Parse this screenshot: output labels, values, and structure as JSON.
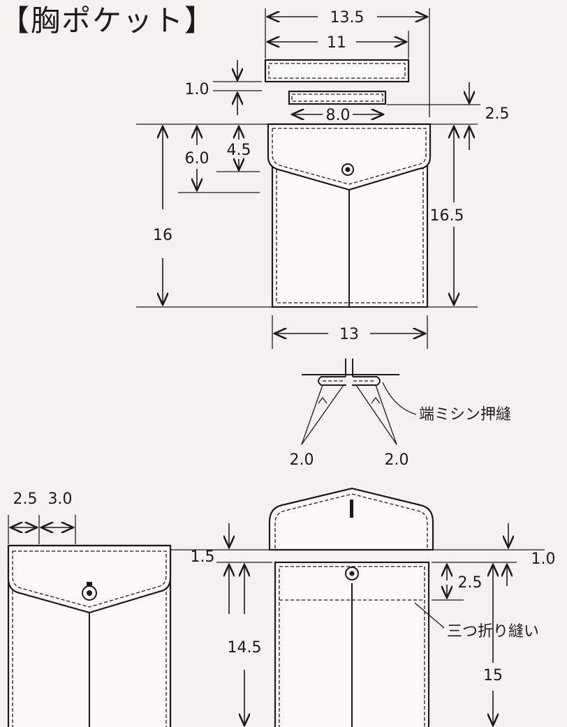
{
  "title": "【胸ポケット】",
  "dimensions": {
    "top_total_width": "13.5",
    "top_band_width": "11",
    "band_height": "1.0",
    "tab_width": "8.0",
    "tab_offset": "2.5",
    "flap_depth": "6.0",
    "flap_side_depth": "4.5",
    "pocket_height": "16",
    "pocket_height_full": "16.5",
    "pocket_width": "13",
    "pleat_left": "2.0",
    "pleat_right": "2.0",
    "left_margin_a": "2.5",
    "left_margin_b": "3.0",
    "flap_gap": "1.5",
    "flap_gap_right": "1.0",
    "fold_depth": "2.5",
    "pocket_body_height": "14.5",
    "pocket_body_full": "15"
  },
  "annotations": {
    "edge_stitch": "端ミシン押縫",
    "triple_fold_stitch": "三つ折り縫い"
  }
}
